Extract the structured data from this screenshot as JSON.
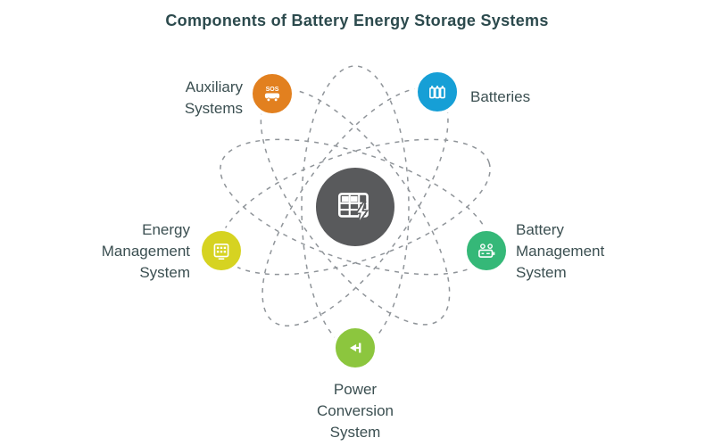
{
  "title": "Components of Battery Energy Storage Systems",
  "colors": {
    "title_text": "#2c4a4d",
    "label_text": "#3b4f51",
    "orbit_dash": "#8f9499",
    "center_node": "#595a5c",
    "auxiliary_systems": "#e2801f",
    "batteries": "#169fd6",
    "energy_management_system": "#d6d321",
    "battery_management_system": "#35b878",
    "power_conversion_system": "#8cc63e"
  },
  "center": {
    "icon": "battery-storage-grid-icon"
  },
  "nodes": [
    {
      "id": "auxiliary-systems",
      "label": "Auxiliary\nSystems",
      "icon": "sos-vehicle-icon"
    },
    {
      "id": "batteries",
      "label": "Batteries",
      "icon": "battery-cells-icon"
    },
    {
      "id": "energy-management-system",
      "label": "Energy\nManagement\nSystem",
      "icon": "control-panel-icon"
    },
    {
      "id": "battery-management-system",
      "label": "Battery\nManagement\nSystem",
      "icon": "battery-monitor-icon"
    },
    {
      "id": "power-conversion-system",
      "label": "Power\nConversion\nSystem",
      "icon": "power-converter-icon"
    }
  ]
}
